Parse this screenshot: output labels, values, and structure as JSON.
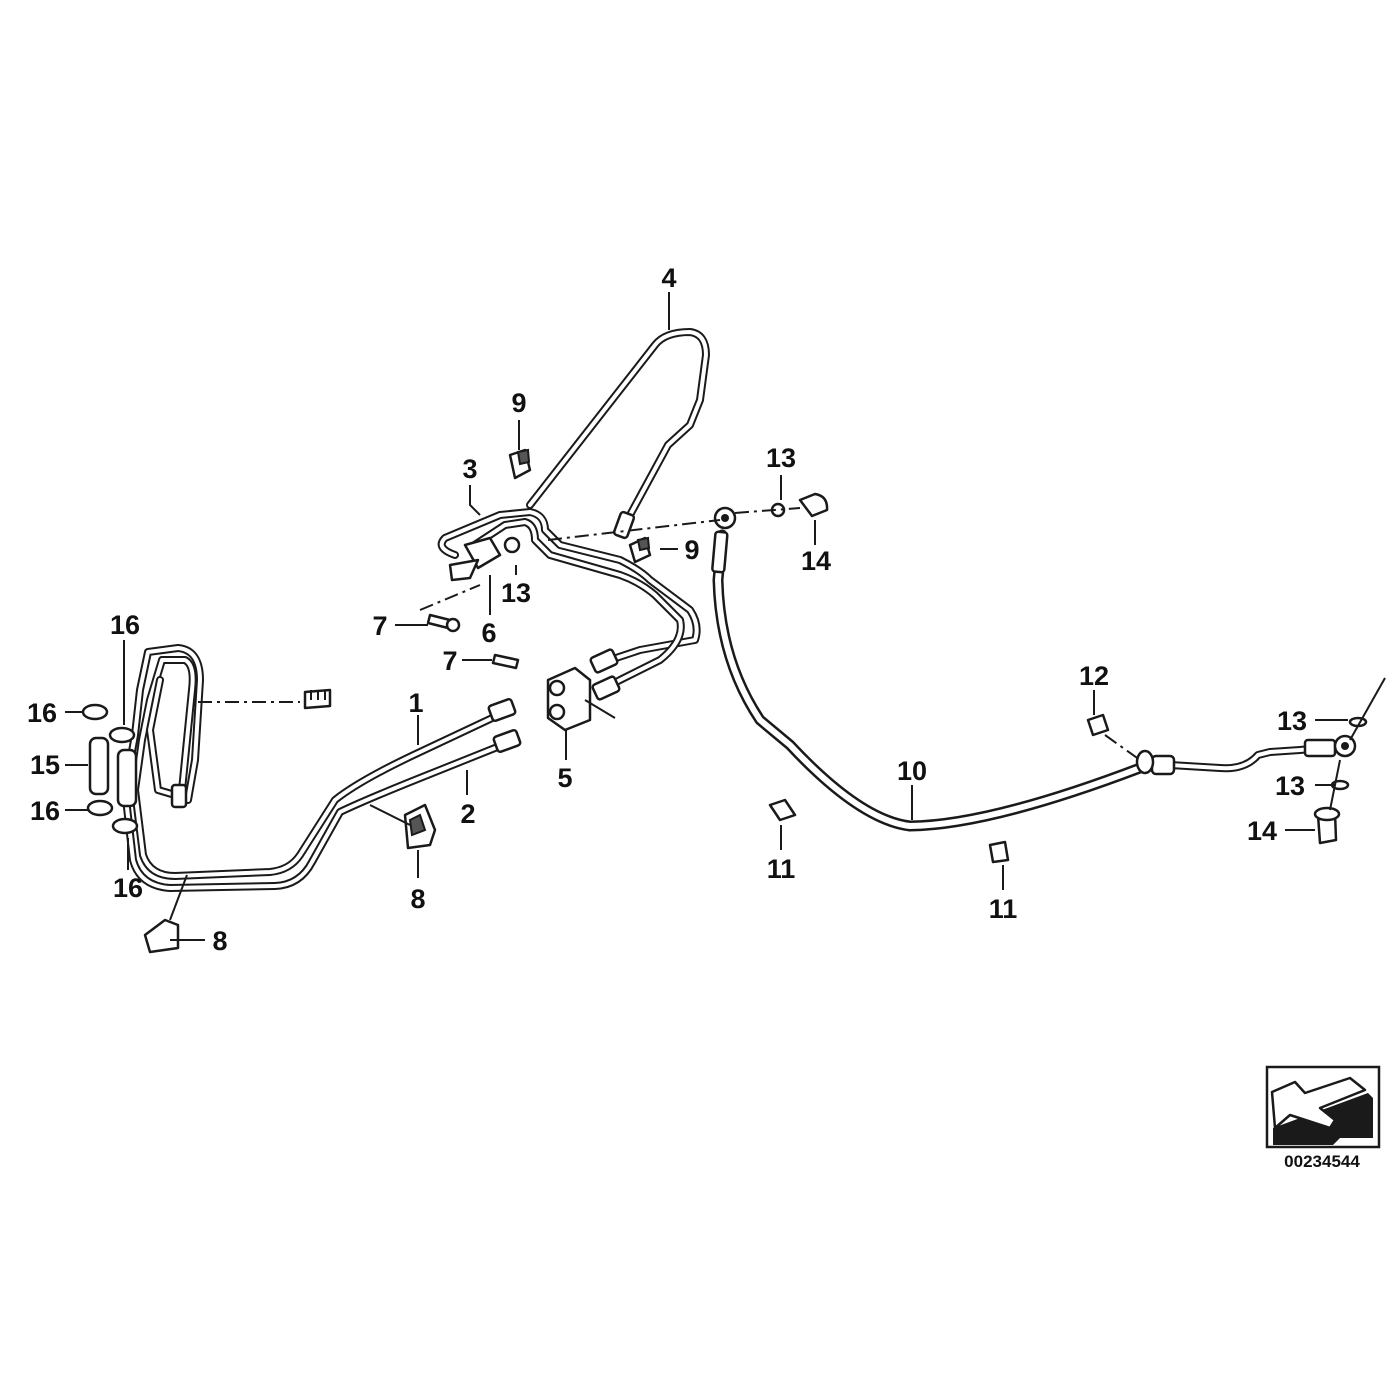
{
  "diagram": {
    "part_number": "00234544",
    "labels": [
      {
        "id": "l1",
        "text": "1"
      },
      {
        "id": "l2",
        "text": "2"
      },
      {
        "id": "l3",
        "text": "3"
      },
      {
        "id": "l4",
        "text": "4"
      },
      {
        "id": "l5",
        "text": "5"
      },
      {
        "id": "l6",
        "text": "6"
      },
      {
        "id": "l7a",
        "text": "7"
      },
      {
        "id": "l7b",
        "text": "7"
      },
      {
        "id": "l8a",
        "text": "8"
      },
      {
        "id": "l8b",
        "text": "8"
      },
      {
        "id": "l9a",
        "text": "9"
      },
      {
        "id": "l9b",
        "text": "9"
      },
      {
        "id": "l10",
        "text": "10"
      },
      {
        "id": "l11a",
        "text": "11"
      },
      {
        "id": "l11b",
        "text": "11"
      },
      {
        "id": "l12",
        "text": "12"
      },
      {
        "id": "l13a",
        "text": "13"
      },
      {
        "id": "l13b",
        "text": "13"
      },
      {
        "id": "l13c",
        "text": "13"
      },
      {
        "id": "l13d",
        "text": "13"
      },
      {
        "id": "l14a",
        "text": "14"
      },
      {
        "id": "l14b",
        "text": "14"
      },
      {
        "id": "l15",
        "text": "15"
      },
      {
        "id": "l16a",
        "text": "16"
      },
      {
        "id": "l16b",
        "text": "16"
      },
      {
        "id": "l16c",
        "text": "16"
      },
      {
        "id": "l16d",
        "text": "16"
      }
    ]
  }
}
